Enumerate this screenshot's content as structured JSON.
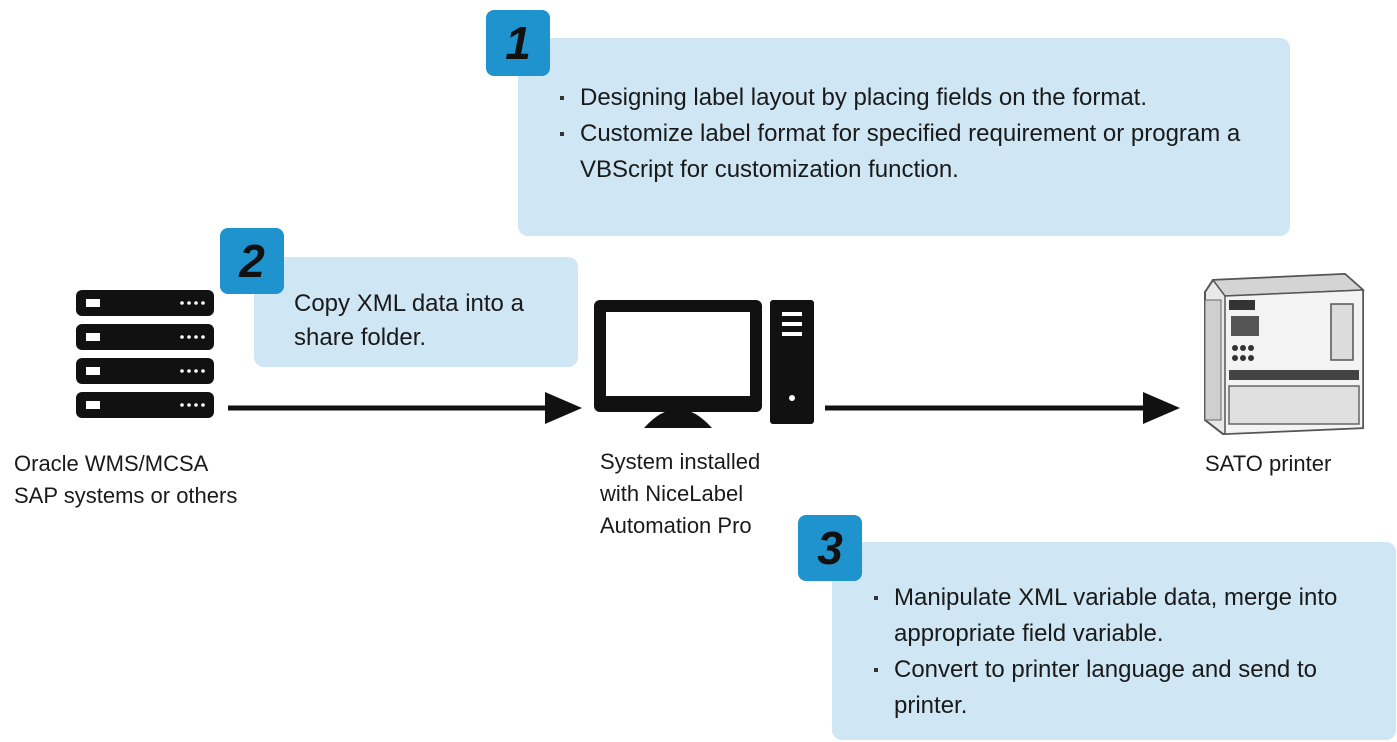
{
  "callout1": {
    "badge": "1",
    "bullets": [
      "Designing label layout by placing fields on the format.",
      "Customize label format for specified requirement or program a VBScript for customization function."
    ]
  },
  "callout2": {
    "badge": "2",
    "text": "Copy XML data into a share folder."
  },
  "callout3": {
    "badge": "3",
    "bullets": [
      "Manipulate XML variable data, merge into appropriate field variable.",
      "Convert to printer language and send to printer."
    ]
  },
  "nodes": {
    "source": {
      "icon": "server-stack-icon",
      "line1": "Oracle WMS/MCSA",
      "line2": "SAP systems or others"
    },
    "system": {
      "icon": "desktop-computer-icon",
      "line1": "System installed",
      "line2": "with NiceLabel",
      "line3": "Automation Pro"
    },
    "printer": {
      "icon": "printer-icon",
      "label": "SATO printer"
    }
  },
  "colors": {
    "callout_bg": "#cfe6f4",
    "badge_bg": "#1f93cd",
    "icon_fill": "#111111"
  }
}
